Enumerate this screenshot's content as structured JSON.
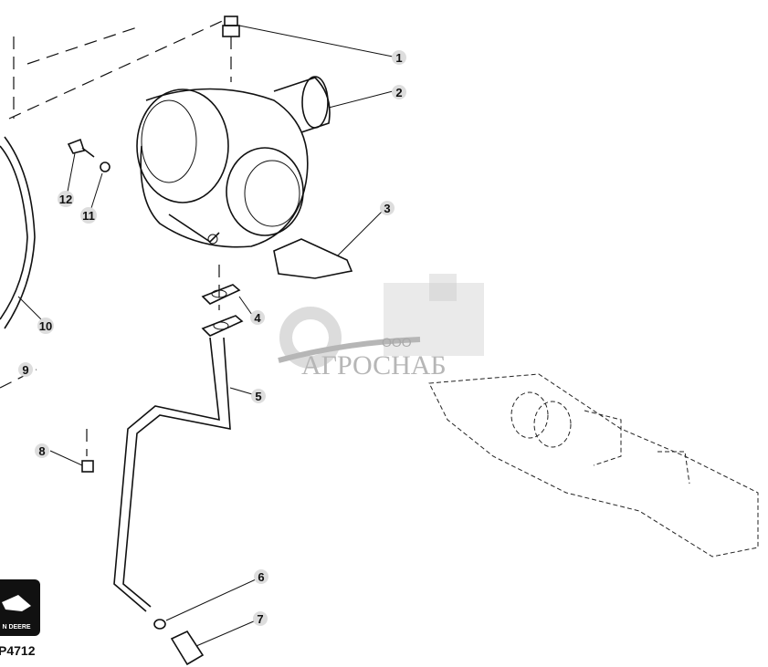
{
  "diagram": {
    "figure_id": "P4712",
    "logo_text": "N DEERE",
    "callouts": [
      "1",
      "2",
      "3",
      "4",
      "5",
      "6",
      "7",
      "8",
      "9",
      "10",
      "11",
      "12"
    ]
  },
  "watermark": {
    "prefix": "ООО",
    "name": "АГРОСНАБ"
  },
  "colors": {
    "line": "#111111",
    "watermark": "#bbbbbb",
    "callout_circle": "#dddddd"
  }
}
